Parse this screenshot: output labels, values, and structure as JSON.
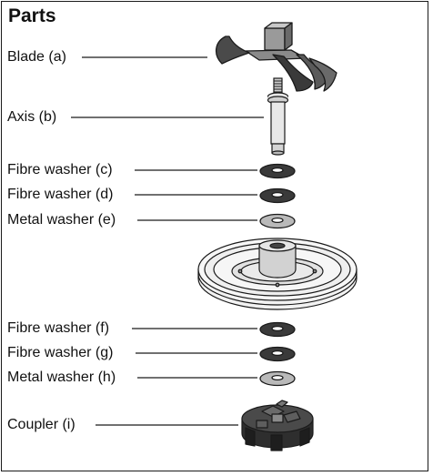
{
  "title": "Parts",
  "parts": [
    {
      "label": "Blade (a)",
      "icon": "blade-icon"
    },
    {
      "label": "Axis (b)",
      "icon": "axis-icon"
    },
    {
      "label": "Fibre washer (c)",
      "icon": "fibre-washer-icon"
    },
    {
      "label": "Fibre washer (d)",
      "icon": "fibre-washer-icon"
    },
    {
      "label": "Metal washer (e)",
      "icon": "metal-washer-icon"
    },
    {
      "label": "Fibre washer (f)",
      "icon": "fibre-washer-icon"
    },
    {
      "label": "Fibre washer (g)",
      "icon": "fibre-washer-icon"
    },
    {
      "label": "Metal washer (h)",
      "icon": "metal-washer-icon"
    },
    {
      "label": "Coupler (i)",
      "icon": "coupler-icon"
    }
  ],
  "colors": {
    "fibre": "#3a3a3a",
    "metal": "#b9b9b9",
    "outline": "#1a1a1a"
  }
}
